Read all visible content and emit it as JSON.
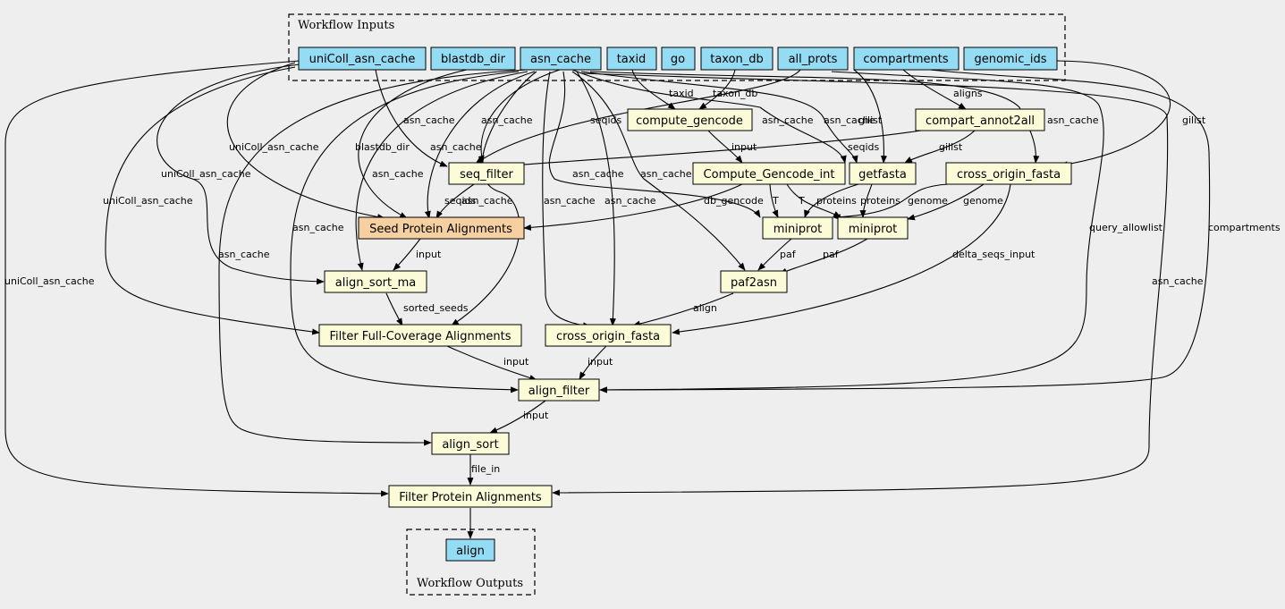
{
  "colors": {
    "input": "#94dcf4",
    "step": "#fbfbd8",
    "highlight": "#f6d0a0",
    "background": "#eeeeee"
  },
  "clusters": [
    {
      "id": "inputs",
      "label": "Workflow Inputs"
    },
    {
      "id": "outputs",
      "label": "Workflow Outputs"
    }
  ],
  "nodes": [
    {
      "id": "uniColl_asn_cache",
      "label": "uniColl_asn_cache",
      "kind": "input"
    },
    {
      "id": "blastdb_dir",
      "label": "blastdb_dir",
      "kind": "input"
    },
    {
      "id": "asn_cache",
      "label": "asn_cache",
      "kind": "input"
    },
    {
      "id": "taxid",
      "label": "taxid",
      "kind": "input"
    },
    {
      "id": "go",
      "label": "go",
      "kind": "input"
    },
    {
      "id": "taxon_db",
      "label": "taxon_db",
      "kind": "input"
    },
    {
      "id": "all_prots",
      "label": "all_prots",
      "kind": "input"
    },
    {
      "id": "compartments",
      "label": "compartments",
      "kind": "input"
    },
    {
      "id": "genomic_ids",
      "label": "genomic_ids",
      "kind": "input"
    },
    {
      "id": "compute_gencode",
      "label": "compute_gencode",
      "kind": "step"
    },
    {
      "id": "compart_annot2all",
      "label": "compart_annot2all",
      "kind": "step"
    },
    {
      "id": "seq_filter",
      "label": "seq_filter",
      "kind": "step"
    },
    {
      "id": "Compute_Gencode_int",
      "label": "Compute_Gencode_int",
      "kind": "step"
    },
    {
      "id": "getfasta",
      "label": "getfasta",
      "kind": "step"
    },
    {
      "id": "cross_origin_fasta_1",
      "label": "cross_origin_fasta",
      "kind": "step"
    },
    {
      "id": "seed",
      "label": "Seed Protein Alignments",
      "kind": "highlight"
    },
    {
      "id": "miniprot_1",
      "label": "miniprot",
      "kind": "step"
    },
    {
      "id": "miniprot_2",
      "label": "miniprot",
      "kind": "step"
    },
    {
      "id": "align_sort_ma",
      "label": "align_sort_ma",
      "kind": "step"
    },
    {
      "id": "paf2asn",
      "label": "paf2asn",
      "kind": "step"
    },
    {
      "id": "filter_full",
      "label": "Filter Full-Coverage Alignments",
      "kind": "step"
    },
    {
      "id": "cross_origin_fasta_2",
      "label": "cross_origin_fasta",
      "kind": "step"
    },
    {
      "id": "align_filter",
      "label": "align_filter",
      "kind": "step"
    },
    {
      "id": "align_sort",
      "label": "align_sort",
      "kind": "step"
    },
    {
      "id": "filter_protein",
      "label": "Filter Protein Alignments",
      "kind": "step"
    },
    {
      "id": "align",
      "label": "align",
      "kind": "input"
    }
  ],
  "edges": [
    {
      "id": "e1",
      "label": "taxid"
    },
    {
      "id": "e2",
      "label": "taxon_db"
    },
    {
      "id": "e3",
      "label": "aligns"
    },
    {
      "id": "e4",
      "label": "gilist"
    },
    {
      "id": "e5",
      "label": "seqids"
    },
    {
      "id": "e6",
      "label": "asn_cache"
    },
    {
      "id": "e7",
      "label": "asn_cache"
    },
    {
      "id": "e8",
      "label": "asn_cache"
    },
    {
      "id": "e9",
      "label": "asn_cache"
    },
    {
      "id": "e10",
      "label": "gilist"
    },
    {
      "id": "e11",
      "label": "asn_cache"
    },
    {
      "id": "e12",
      "label": "gilist"
    },
    {
      "id": "e13",
      "label": "input"
    },
    {
      "id": "e14",
      "label": "seqids"
    },
    {
      "id": "e15",
      "label": "uniColl_asn_cache"
    },
    {
      "id": "e16",
      "label": "blastdb_dir"
    },
    {
      "id": "e17",
      "label": "asn_cache"
    },
    {
      "id": "e18",
      "label": "asn_cache"
    },
    {
      "id": "e19",
      "label": "asn_cache"
    },
    {
      "id": "e20",
      "label": "asn_cache"
    },
    {
      "id": "e21",
      "label": "seqids"
    },
    {
      "id": "e22",
      "label": "db_gencode"
    },
    {
      "id": "e23",
      "label": "T"
    },
    {
      "id": "e24",
      "label": "T"
    },
    {
      "id": "e25",
      "label": "proteins"
    },
    {
      "id": "e26",
      "label": "proteins"
    },
    {
      "id": "e27",
      "label": "genome"
    },
    {
      "id": "e28",
      "label": "genome"
    },
    {
      "id": "e29",
      "label": "uniColl_asn_cache"
    },
    {
      "id": "e30",
      "label": "asn_cache"
    },
    {
      "id": "e31",
      "label": "asn_cache"
    },
    {
      "id": "e32",
      "label": "asn_cache"
    },
    {
      "id": "e33",
      "label": "asn_cache"
    },
    {
      "id": "e34",
      "label": "input"
    },
    {
      "id": "e35",
      "label": "paf"
    },
    {
      "id": "e36",
      "label": "paf"
    },
    {
      "id": "e37",
      "label": "delta_seqs_input"
    },
    {
      "id": "e38",
      "label": "uniColl_asn_cache"
    },
    {
      "id": "e39",
      "label": "sorted_seeds"
    },
    {
      "id": "e40",
      "label": "align"
    },
    {
      "id": "e41",
      "label": "asn_cache"
    },
    {
      "id": "e42",
      "label": "input"
    },
    {
      "id": "e43",
      "label": "input"
    },
    {
      "id": "e44",
      "label": "query_allowlist"
    },
    {
      "id": "e45",
      "label": "compartments"
    },
    {
      "id": "e46",
      "label": "input"
    },
    {
      "id": "e47",
      "label": "asn_cache"
    },
    {
      "id": "e48",
      "label": "file_in"
    },
    {
      "id": "e49",
      "label": "uniColl_asn_cache"
    },
    {
      "id": "e50",
      "label": "asn_cache"
    },
    {
      "id": "e51",
      "label": ""
    }
  ]
}
